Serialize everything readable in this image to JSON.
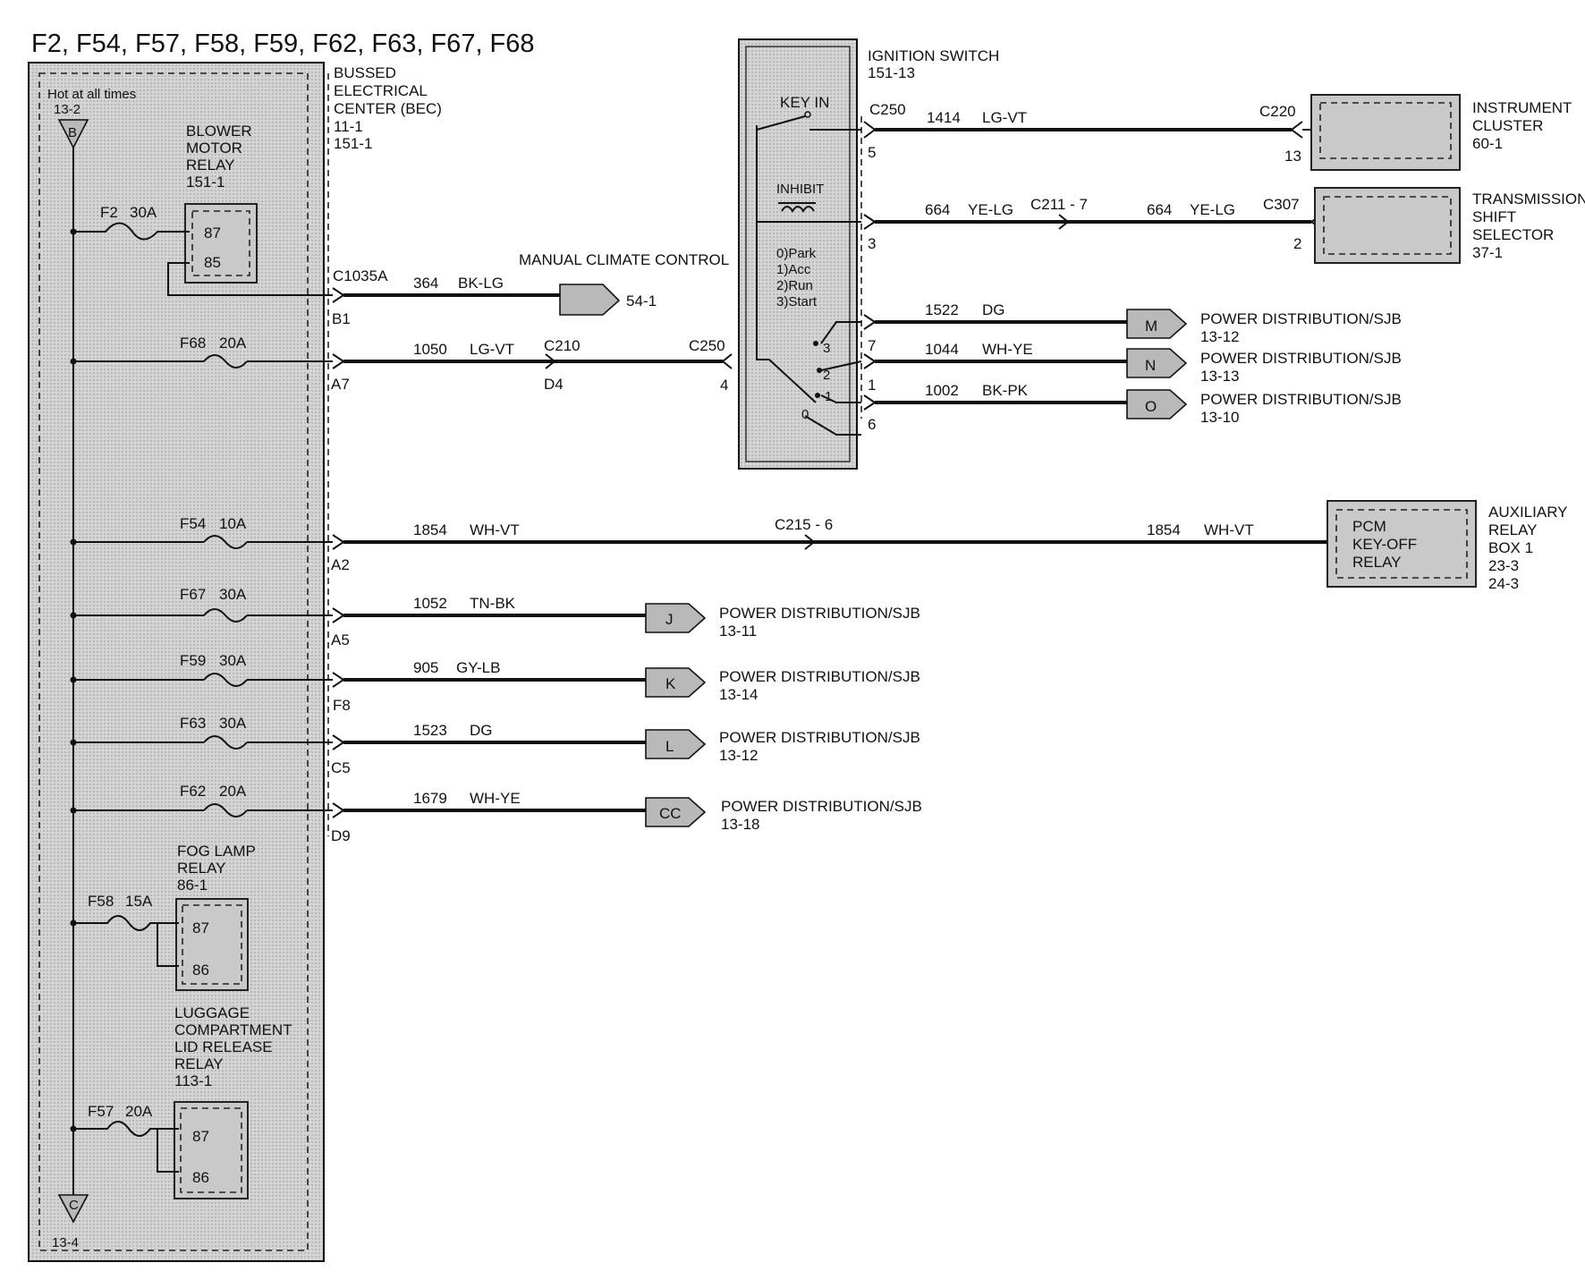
{
  "title": "F2, F54, F57, F58, F59, F62, F63, F67, F68",
  "bec": {
    "label1": "BUSSED",
    "label2": "ELECTRICAL",
    "label3": "CENTER (BEC)",
    "ref1": "11-1",
    "ref2": "151-1"
  },
  "hot": {
    "label": "Hot at all times",
    "ref": "13-2",
    "tag": "B"
  },
  "bottom_tag": {
    "tag": "C",
    "ref": "13-4"
  },
  "blower_relay": {
    "l1": "BLOWER",
    "l2": "MOTOR",
    "l3": "RELAY",
    "ref": "151-1",
    "fuse": "F2",
    "amp": "30A",
    "pin1": "87",
    "pin2": "85"
  },
  "fog_relay": {
    "l1": "FOG  LAMP",
    "l2": "RELAY",
    "ref": "86-1",
    "fuse": "F58",
    "amp": "15A",
    "pin1": "87",
    "pin2": "86"
  },
  "lug_relay": {
    "l1": "LUGGAGE",
    "l2": "COMPARTMENT",
    "l3": "LID RELEASE",
    "l4": "RELAY",
    "ref": "113-1",
    "fuse": "F57",
    "amp": "20A",
    "pin1": "87",
    "pin2": "86"
  },
  "c1035": "C1035A",
  "circuits": [
    {
      "pin": "B1",
      "wire": "364",
      "color": "BK-LG",
      "dest": "MANUAL CLIMATE CONTROL",
      "ref": "54-1"
    },
    {
      "fuse": "F68",
      "amp": "20A",
      "pin": "A7",
      "wire": "1050",
      "color": "LG-VT",
      "conn": "C210",
      "conn_pin": "D4",
      "conn2": "C250",
      "conn2_pin": "4"
    },
    {
      "fuse": "F54",
      "amp": "10A",
      "pin": "A2",
      "wire": "1854",
      "color": "WH-VT",
      "conn": "C215  -  6",
      "wire2": "1854",
      "color2": "WH-VT"
    },
    {
      "fuse": "F67",
      "amp": "30A",
      "pin": "A5",
      "wire": "1052",
      "color": "TN-BK",
      "tag": "J",
      "dest": "POWER DISTRIBUTION/SJB",
      "ref": "13-11"
    },
    {
      "fuse": "F59",
      "amp": "30A",
      "pin": "F8",
      "wire": "905",
      "color": "GY-LB",
      "tag": "K",
      "dest": "POWER DISTRIBUTION/SJB",
      "ref": "13-14"
    },
    {
      "fuse": "F63",
      "amp": "30A",
      "pin": "C5",
      "wire": "1523",
      "color": "DG",
      "tag": "L",
      "dest": "POWER DISTRIBUTION/SJB",
      "ref": "13-12"
    },
    {
      "fuse": "F62",
      "amp": "20A",
      "pin": "D9",
      "wire": "1679",
      "color": "WH-YE",
      "tag": "CC",
      "dest": "POWER DISTRIBUTION/SJB",
      "ref": "13-18"
    }
  ],
  "ignition": {
    "label": "IGNITION   SWITCH",
    "ref": "151-13",
    "keyin": "KEY IN",
    "inhibit": "INHIBIT",
    "modes": [
      "0)Park",
      "1)Acc",
      "2)Run",
      "3)Start"
    ],
    "positions": [
      "3",
      "2",
      "1",
      "0"
    ]
  },
  "ign_outputs": [
    {
      "conn": "C250",
      "pin": "5",
      "wire": "1414",
      "color": "LG-VT",
      "conn2": "C220",
      "conn2_pin": "13",
      "dest1": "INSTRUMENT",
      "dest2": "CLUSTER",
      "ref": "60-1"
    },
    {
      "pin": "3",
      "wire": "664",
      "color": "YE-LG",
      "conn": "C211  -  7",
      "wire2": "664",
      "color2": "YE-LG",
      "conn2": "C307",
      "conn2_pin": "2",
      "dest1": "TRANSMISSION",
      "dest2": "SHIFT",
      "dest3": "SELECTOR",
      "ref": "37-1"
    },
    {
      "wire": "1522",
      "color": "DG",
      "tag": "M",
      "dest": "POWER DISTRIBUTION/SJB",
      "ref": "13-12"
    },
    {
      "pin": "7",
      "wire": "1044",
      "color": "WH-YE",
      "tag": "N",
      "dest": "POWER DISTRIBUTION/SJB",
      "ref": "13-13"
    },
    {
      "pin": "1",
      "wire": "1002",
      "color": "BK-PK",
      "tag": "O",
      "dest": "POWER DISTRIBUTION/SJB",
      "ref": "13-10",
      "pin2": "6"
    }
  ],
  "aux": {
    "in1": "PCM",
    "in2": "KEY-OFF",
    "in3": "RELAY",
    "l1": "AUXILIARY",
    "l2": "RELAY",
    "l3": "BOX 1",
    "ref1": "23-3",
    "ref2": "24-3"
  }
}
